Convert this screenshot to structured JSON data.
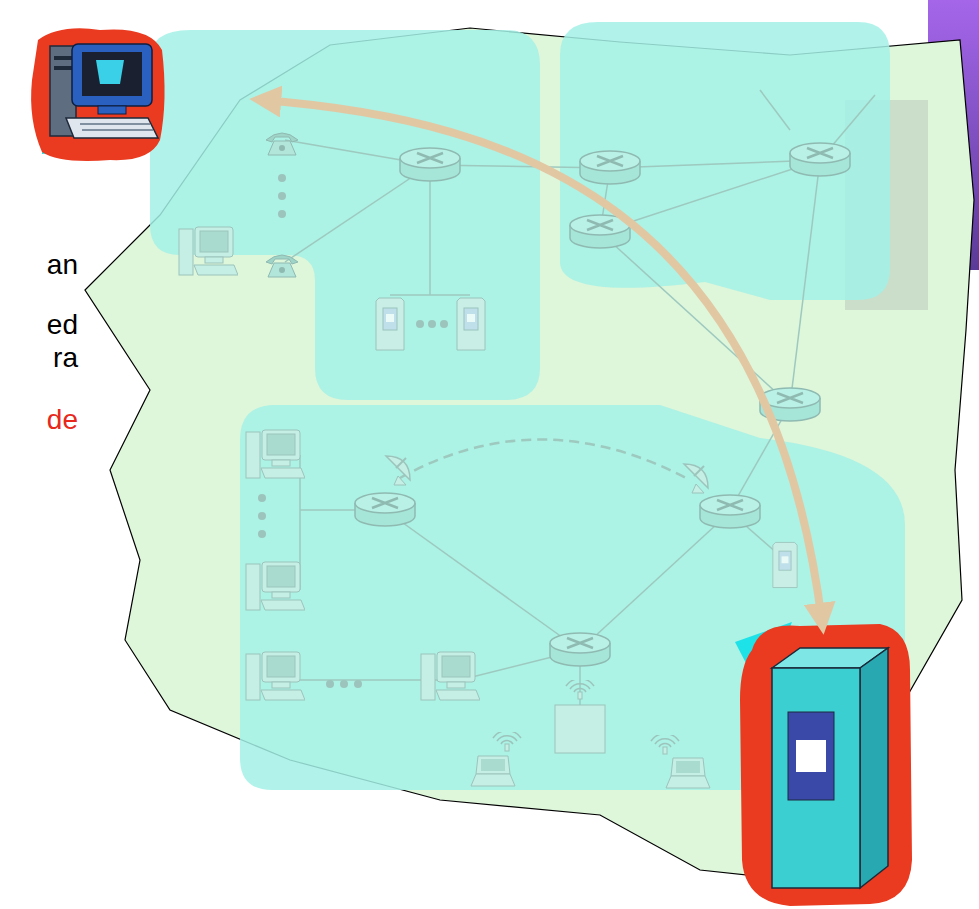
{
  "diagram": {
    "labels": [
      "an",
      "ed",
      "ra",
      "de"
    ]
  }
}
